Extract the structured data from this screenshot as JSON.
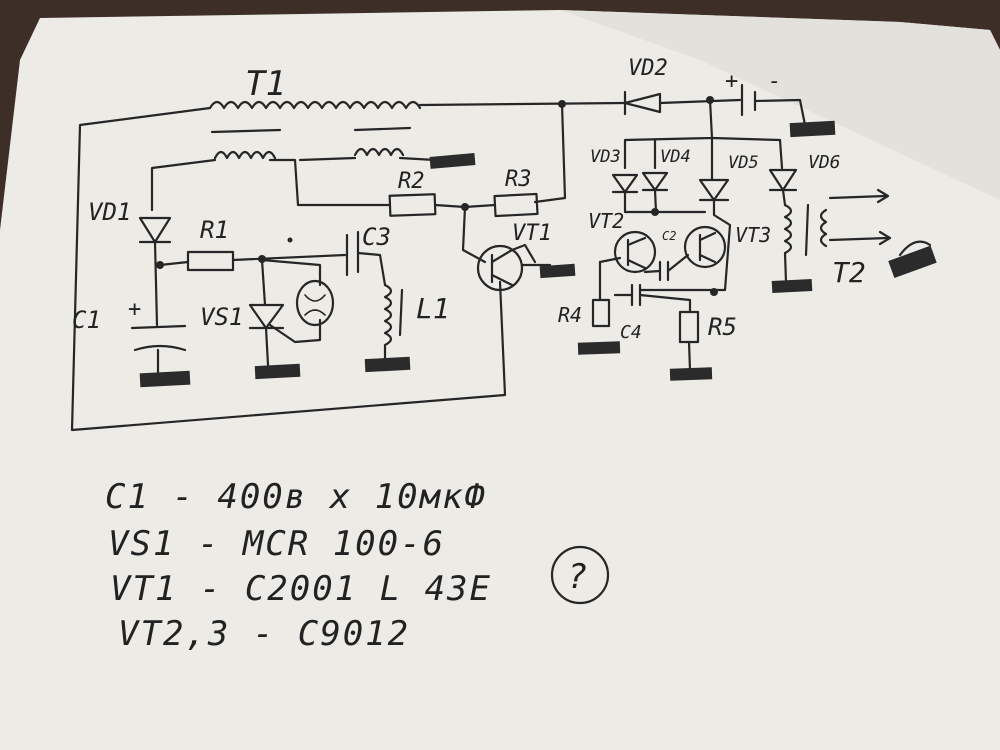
{
  "diagram": {
    "labels": {
      "T1": "T1",
      "VD2": "VD2",
      "VD1": "VD1",
      "R1": "R1",
      "C3": "C3",
      "R2": "R2",
      "R3": "R3",
      "VT1": "VT1",
      "C1": "C1",
      "VS1": "VS1",
      "L1": "L1",
      "VD3": "VD3",
      "VD4": "VD4",
      "VD5": "VD5",
      "VD6": "VD6",
      "VT2": "VT2",
      "C2": "C2",
      "VT3": "VT3",
      "T2": "T2",
      "R4": "R4",
      "C4": "C4",
      "R5": "R5",
      "plus": "+",
      "minus": "-",
      "plus2": "+",
      "dot": "·"
    }
  },
  "notes": [
    "C1 - 400в x 10мкФ",
    "VS1 - MCR 100-6",
    "VT1 - C2001 L 43E",
    "VT2,3 - C9012"
  ],
  "question_mark": "?"
}
